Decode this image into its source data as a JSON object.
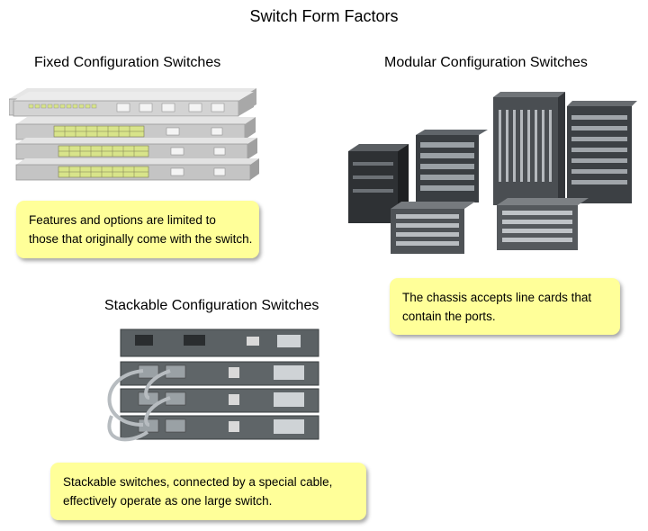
{
  "title": "Switch Form Factors",
  "fixed": {
    "heading": "Fixed Configuration Switches",
    "caption_lines": [
      "Features and options are limited to",
      "those that originally come with the switch."
    ]
  },
  "modular": {
    "heading": "Modular Configuration Switches",
    "caption_lines": [
      "The chassis accepts line cards that",
      "contain the ports."
    ]
  },
  "stackable": {
    "heading": "Stackable Configuration Switches",
    "caption_lines": [
      "Stackable switches, connected by a special cable,",
      "effectively operate as one large switch."
    ]
  },
  "colors": {
    "callout_fill": "#ffff99",
    "port_green": "#d8e48a",
    "chassis_gray": "#4a4e52"
  }
}
